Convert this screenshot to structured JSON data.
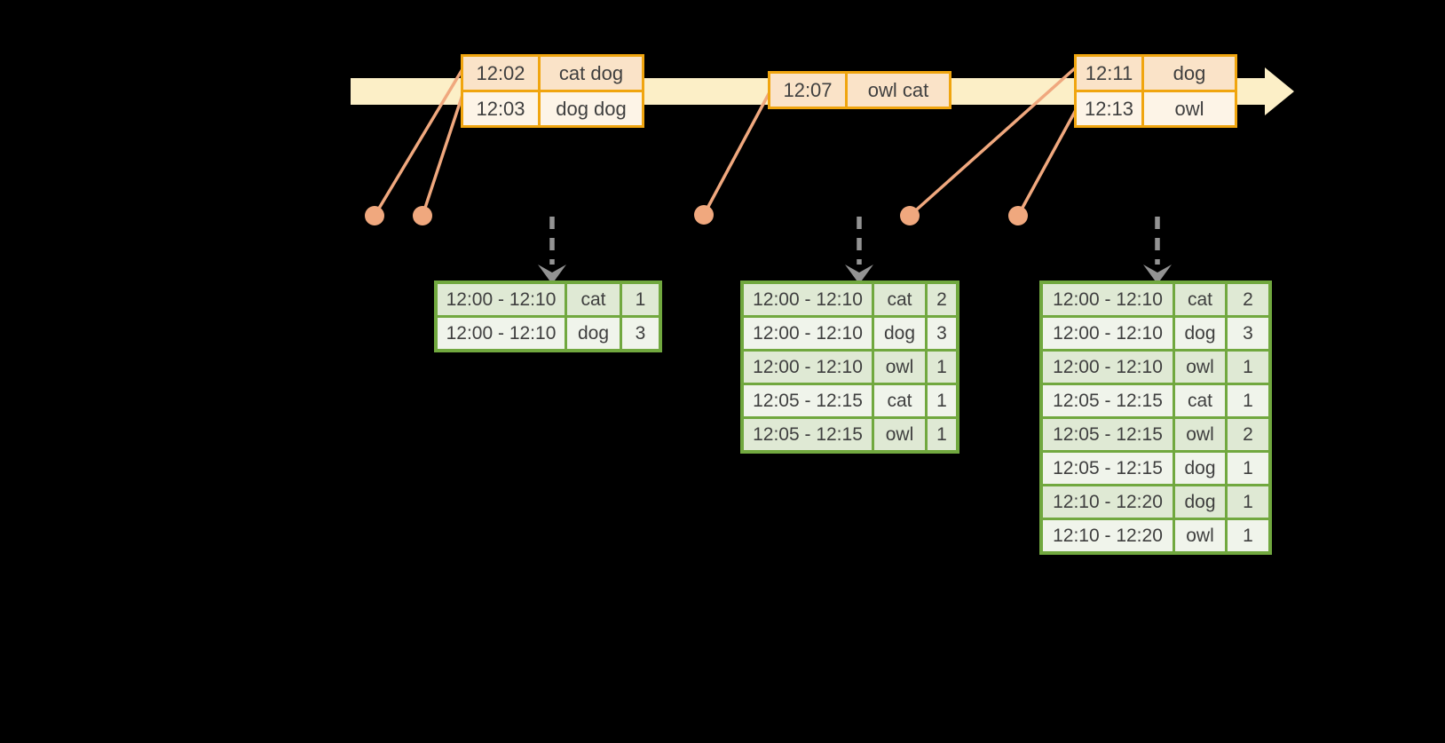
{
  "colors": {
    "background": "#000000",
    "timeline_band": "#FCEFC7",
    "event_table_border": "#F0A50F",
    "event_row_dark": "#FAE3C8",
    "event_row_light": "#FDF4E7",
    "marker": "#F0A87E",
    "result_table_border": "#71A83F",
    "result_row_dark": "#DFE9D4",
    "result_row_light": "#F0F4EB",
    "trigger_arrow": "#939393",
    "text": "#3F3F3F"
  },
  "icons": {
    "timeline_arrow": "right-arrow-icon",
    "event_marker": "dot-icon",
    "trigger_arrow": "dashed-down-arrow-icon"
  },
  "event_tables": [
    {
      "rows": [
        {
          "time": "12:02",
          "words": "cat dog"
        },
        {
          "time": "12:03",
          "words": "dog dog"
        }
      ]
    },
    {
      "rows": [
        {
          "time": "12:07",
          "words": "owl cat"
        }
      ]
    },
    {
      "rows": [
        {
          "time": "12:11",
          "words": "dog"
        },
        {
          "time": "12:13",
          "words": "owl"
        }
      ]
    }
  ],
  "result_tables": [
    {
      "rows": [
        {
          "window": "12:00 - 12:10",
          "word": "cat",
          "count": "1"
        },
        {
          "window": "12:00 - 12:10",
          "word": "dog",
          "count": "3"
        }
      ]
    },
    {
      "rows": [
        {
          "window": "12:00 - 12:10",
          "word": "cat",
          "count": "2"
        },
        {
          "window": "12:00 - 12:10",
          "word": "dog",
          "count": "3"
        },
        {
          "window": "12:00 - 12:10",
          "word": "owl",
          "count": "1"
        },
        {
          "window": "12:05 - 12:15",
          "word": "cat",
          "count": "1"
        },
        {
          "window": "12:05 - 12:15",
          "word": "owl",
          "count": "1"
        }
      ]
    },
    {
      "rows": [
        {
          "window": "12:00 - 12:10",
          "word": "cat",
          "count": "2"
        },
        {
          "window": "12:00 - 12:10",
          "word": "dog",
          "count": "3"
        },
        {
          "window": "12:00 - 12:10",
          "word": "owl",
          "count": "1"
        },
        {
          "window": "12:05 - 12:15",
          "word": "cat",
          "count": "1"
        },
        {
          "window": "12:05 - 12:15",
          "word": "owl",
          "count": "2"
        },
        {
          "window": "12:05 - 12:15",
          "word": "dog",
          "count": "1"
        },
        {
          "window": "12:10 - 12:20",
          "word": "dog",
          "count": "1"
        },
        {
          "window": "12:10 - 12:20",
          "word": "owl",
          "count": "1"
        }
      ]
    }
  ]
}
